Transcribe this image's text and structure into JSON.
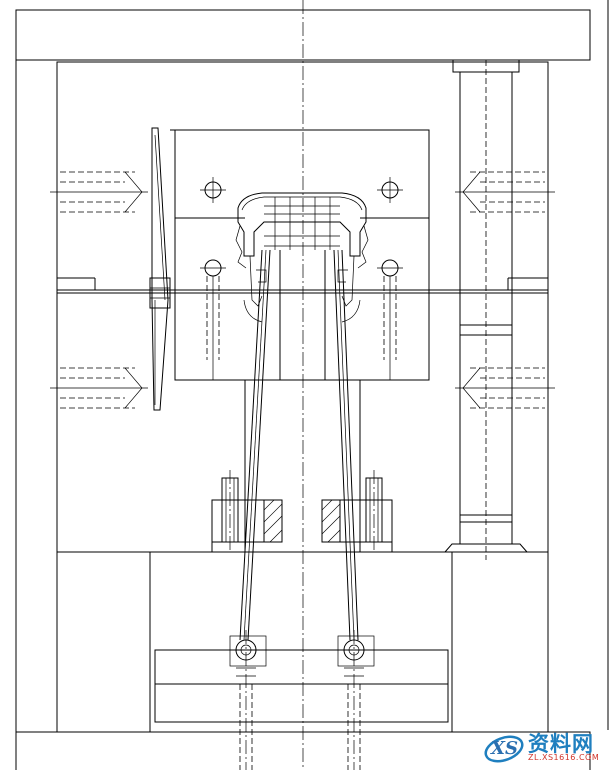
{
  "drawing": {
    "kind": "injection mold assembly section view",
    "line_color": "#000000",
    "background": "#ffffff"
  },
  "watermark": {
    "text": "资料网",
    "subtext": "ZL.XS1616.COM",
    "logo_icon": "xs-swirl-logo",
    "brand_color": "#1f7fbf",
    "accent_color": "#d0352b"
  }
}
